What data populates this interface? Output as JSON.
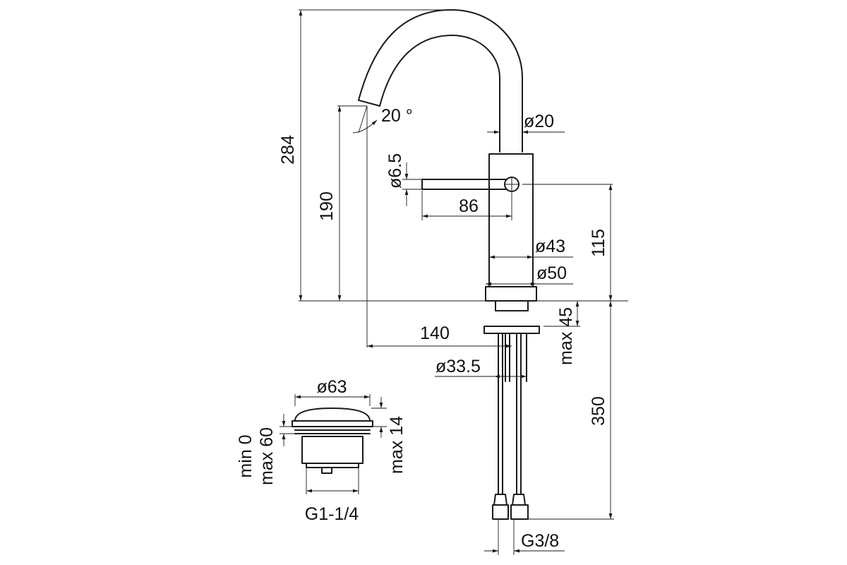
{
  "diagram": {
    "labels": {
      "height_total": "284",
      "height_spout": "190",
      "angle": "20 °",
      "tube_diameter": "ø20",
      "lever_diameter": "ø6.5",
      "lever_length": "86",
      "body_diameter": "ø43",
      "base_diameter": "ø50",
      "body_height": "115",
      "reach": "140",
      "max_deck_thickness": "max 45",
      "hole_diameter": "ø33.5",
      "hose_length": "350",
      "hose_thread": "G3/8",
      "waste_diameter": "ø63",
      "waste_min": "min 0",
      "waste_max": "max 60",
      "waste_cap": "max 14",
      "waste_thread": "G1-1/4"
    }
  }
}
